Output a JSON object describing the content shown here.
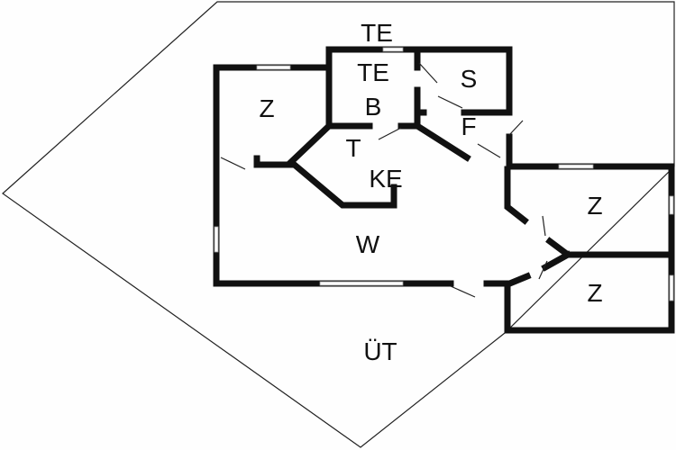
{
  "title": "Floor plan",
  "rooms": {
    "te_top": "TE",
    "te_inner": "TE",
    "b": "B",
    "s": "S",
    "z_left": "Z",
    "f": "F",
    "t_kitchen": "T",
    "ke": "KE",
    "w": "W",
    "z_right_top": "Z",
    "z_right_bottom": "Z",
    "ut": "ÜT"
  },
  "colors": {
    "wall": "#111111",
    "background": "#fefefe"
  }
}
